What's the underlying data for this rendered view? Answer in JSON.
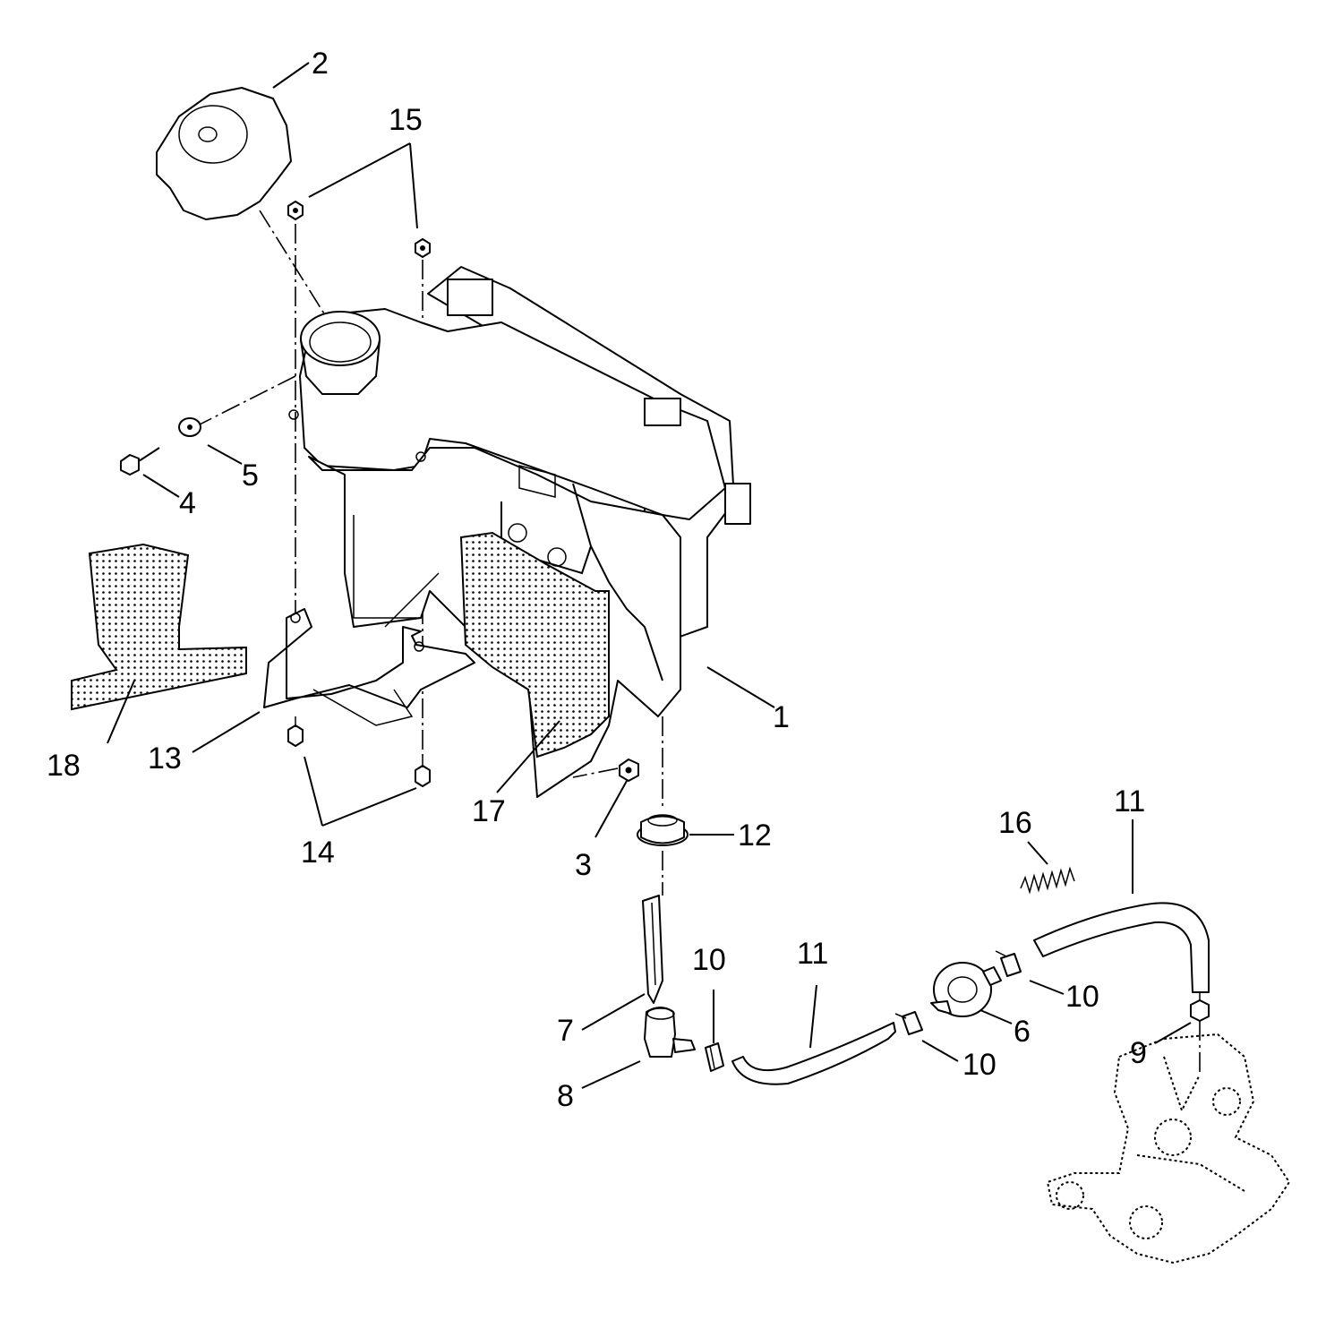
{
  "callouts": [
    {
      "id": "c1",
      "text": "1"
    },
    {
      "id": "c2",
      "text": "2"
    },
    {
      "id": "c3",
      "text": "3"
    },
    {
      "id": "c4",
      "text": "4"
    },
    {
      "id": "c5",
      "text": "5"
    },
    {
      "id": "c6",
      "text": "6"
    },
    {
      "id": "c7",
      "text": "7"
    },
    {
      "id": "c8",
      "text": "8"
    },
    {
      "id": "c9",
      "text": "9"
    },
    {
      "id": "c10a",
      "text": "10"
    },
    {
      "id": "c10b",
      "text": "10"
    },
    {
      "id": "c10c",
      "text": "10"
    },
    {
      "id": "c11a",
      "text": "11"
    },
    {
      "id": "c11b",
      "text": "11"
    },
    {
      "id": "c12",
      "text": "12"
    },
    {
      "id": "c13",
      "text": "13"
    },
    {
      "id": "c14",
      "text": "14"
    },
    {
      "id": "c15",
      "text": "15"
    },
    {
      "id": "c16",
      "text": "16"
    },
    {
      "id": "c17",
      "text": "17"
    },
    {
      "id": "c18",
      "text": "18"
    }
  ]
}
